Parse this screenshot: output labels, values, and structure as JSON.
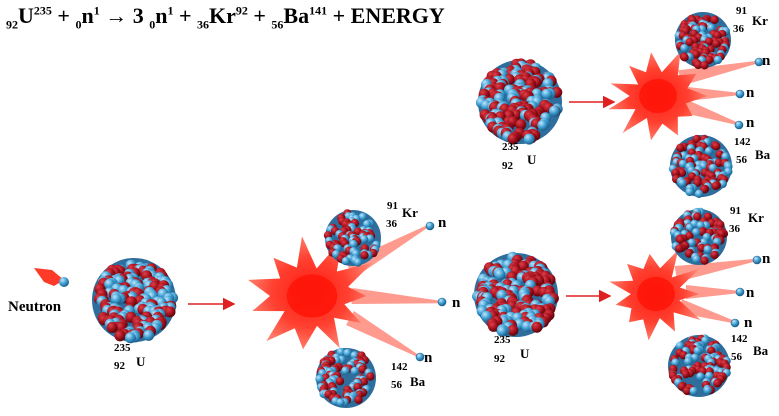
{
  "equation": {
    "u_z": "92",
    "u_sym": "U",
    "u_a": "235",
    "plus1": "+",
    "n_z": "0",
    "n_sym": "n",
    "n_a": "1",
    "arrow": "→",
    "coef": "3",
    "n2_z": "0",
    "n2_sym": "n",
    "n2_a": "1",
    "plus2": "+",
    "kr_z": "36",
    "kr_sym": "Kr",
    "kr_a": "92",
    "plus3": "+",
    "ba_z": "56",
    "ba_sym": "Ba",
    "ba_a": "141",
    "plus4": "+",
    "energy": "ENERGY"
  },
  "neutron_label": "Neutron",
  "labels": {
    "u_mass": "235",
    "u_z": "92",
    "u_sym": "U",
    "kr_mass": "91",
    "kr_z": "36",
    "kr_sym": "Kr",
    "ba_mass": "142",
    "ba_z": "56",
    "ba_sym": "Ba",
    "neutron": "n"
  },
  "colors": {
    "proton": "#a1101c",
    "neutron_particle": "#3f9fd2",
    "explosion": "#ff2a1a",
    "arrow": "#e02020"
  }
}
